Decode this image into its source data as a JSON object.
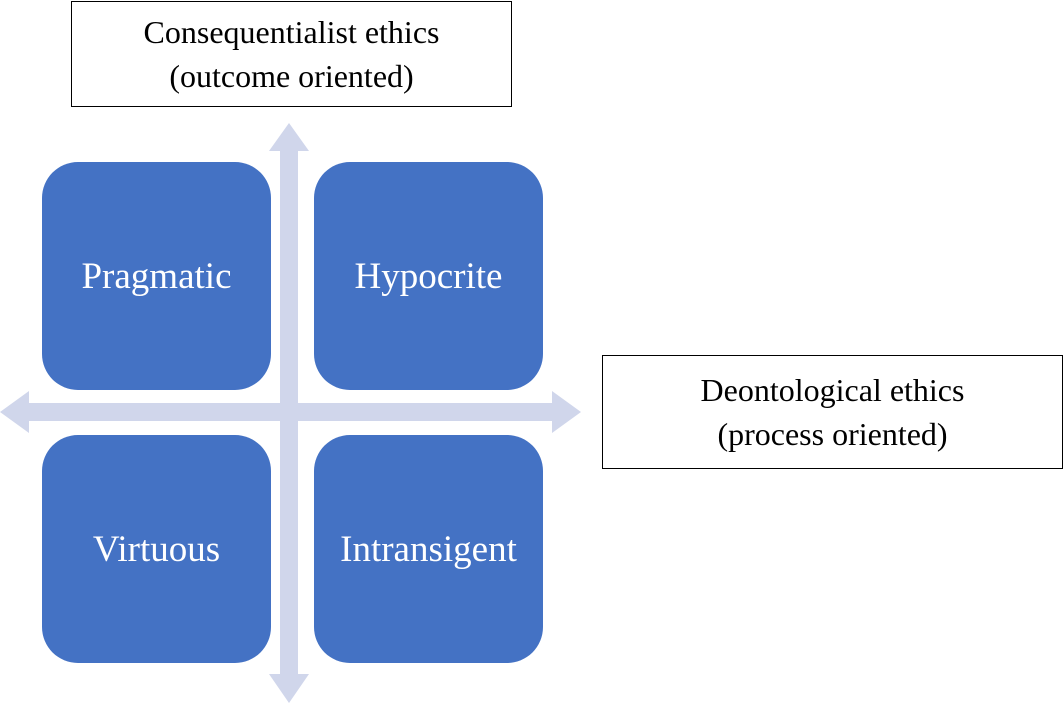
{
  "axis_labels": {
    "vertical": {
      "line1": "Consequentialist ethics",
      "line2": "(outcome oriented)"
    },
    "horizontal": {
      "line1": "Deontological ethics",
      "line2": "(process oriented)"
    }
  },
  "quadrants": [
    {
      "position": "top-left",
      "label": "Pragmatic"
    },
    {
      "position": "top-right",
      "label": "Hypocrite"
    },
    {
      "position": "bottom-left",
      "label": "Virtuous"
    },
    {
      "position": "bottom-right",
      "label": "Intransigent"
    }
  ],
  "colors": {
    "quadrant_fill": "#4472c4",
    "quadrant_text": "#ffffff",
    "axis_arrow": "#d0d6eb",
    "box_border": "#000000"
  }
}
